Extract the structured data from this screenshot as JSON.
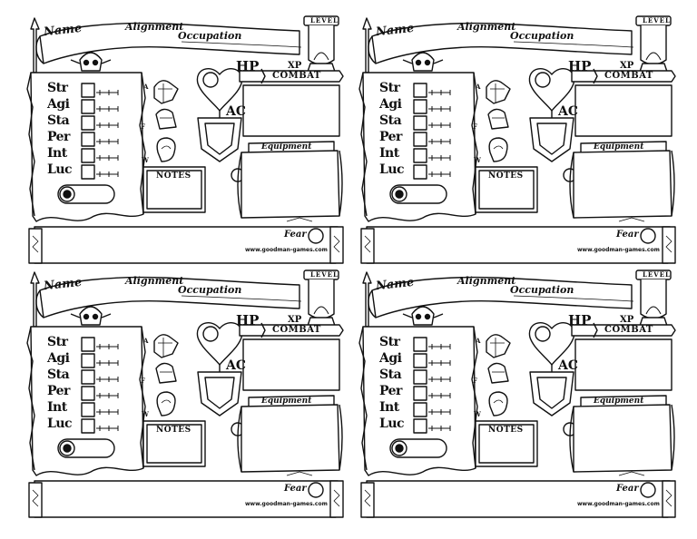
{
  "sheet": {
    "name_label": "Name",
    "alignment_label": "Alignment",
    "occupation_label": "Occupation",
    "level_label": "LEVEL",
    "hp_label": "HP",
    "xp_label": "XP",
    "combat_label": "COMBAT",
    "ac_label": "AC",
    "equipment_label": "Equipment",
    "notes_label": "NOTES",
    "fear_label": "Fear",
    "website": "www.goodman-games.com",
    "slot_a": "A",
    "slot_f": "F",
    "slot_w": "W",
    "abilities": [
      "Str",
      "Agi",
      "Sta",
      "Per",
      "Int",
      "Luc"
    ]
  },
  "colors": {
    "ink": "#111111",
    "paper": "#ffffff"
  }
}
